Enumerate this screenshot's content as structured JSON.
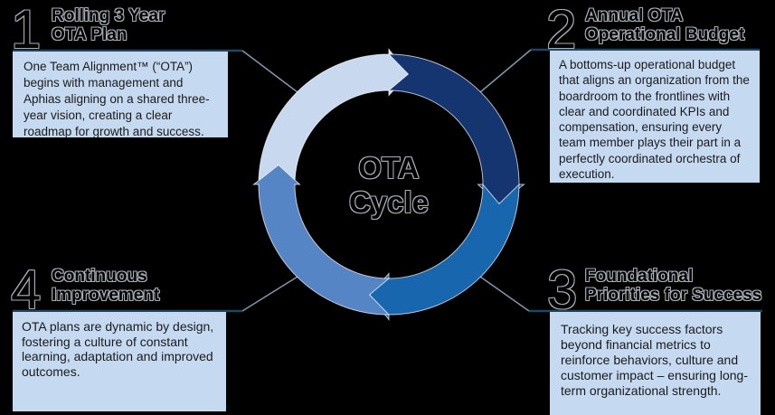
{
  "diagram_title": "OTA Cycle",
  "center": {
    "line1": "OTA",
    "line2": "Cycle"
  },
  "callouts": [
    {
      "number": "1",
      "title": "Rolling 3 Year\nOTA Plan",
      "body": "One Team Alignment™ (“OTA”)\nbegins with management and\nAphias aligning on a shared three-\nyear vision, creating a clear\nroadmap for growth and success."
    },
    {
      "number": "2",
      "title": "Annual OTA\nOperational Budget",
      "body": "A bottoms-up operational budget\nthat aligns an organization from the\nboardroom to the frontlines with\nclear and coordinated KPIs and\ncompensation, ensuring every\nteam member plays their part in a\nperfectly coordinated orchestra of\nexecution."
    },
    {
      "number": "3",
      "title": "Foundational\nPriorities for Success",
      "body": "Tracking key success factors\nbeyond financial metrics to\nreinforce behaviors, culture and\ncustomer impact – ensuring long-\nterm organizational strength."
    },
    {
      "number": "4",
      "title": "Continuous\nImprovement",
      "body": "OTA plans are dynamic by design,\nfostering a culture of constant\nlearning, adaptation and improved\noutcomes."
    }
  ],
  "ring_segments": [
    {
      "id": "light",
      "position": "top-left",
      "label_ref": "Rolling 3 Year OTA Plan"
    },
    {
      "id": "navy",
      "position": "top-right",
      "label_ref": "Annual OTA Operational Budget"
    },
    {
      "id": "medium",
      "position": "bottom-right",
      "label_ref": "Foundational Priorities for Success"
    },
    {
      "id": "cornflower",
      "position": "bottom-left",
      "label_ref": "Continuous Improvement"
    }
  ],
  "colors": {
    "background": "#000000",
    "box_fill": "#c5d9f1",
    "box_border": "#1e4660",
    "connector": "#7b95a9",
    "outline_text": "#a8aeb6",
    "body_text": "#1b1b1b",
    "ring": {
      "light": "#c8d8ef",
      "navy": "#143570",
      "medium": "#1866ad",
      "cornflower": "#5685c5"
    }
  }
}
